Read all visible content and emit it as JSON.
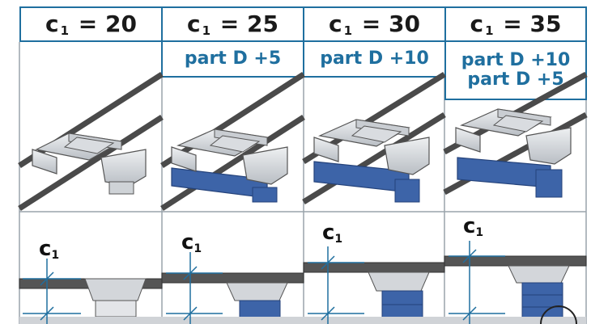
{
  "columns": [
    {
      "header_sym": "c",
      "header_sub": "1",
      "header_val": "= 20",
      "notes": []
    },
    {
      "header_sym": "c",
      "header_sub": "1",
      "header_val": "= 25",
      "notes": [
        "part D +5"
      ]
    },
    {
      "header_sym": "c",
      "header_sub": "1",
      "header_val": "= 30",
      "notes": [
        "part D +10"
      ]
    },
    {
      "header_sym": "c",
      "header_sub": "1",
      "header_val": "= 35",
      "notes": [
        "part D +10",
        "part D +5"
      ]
    }
  ],
  "dimension_label": {
    "sym": "c",
    "sub": "1"
  },
  "colors": {
    "frame": "#1f6f9f",
    "part_blue": "#3d64a8",
    "part_grey": "#d3d6da",
    "rail": "#4a4a4a"
  }
}
